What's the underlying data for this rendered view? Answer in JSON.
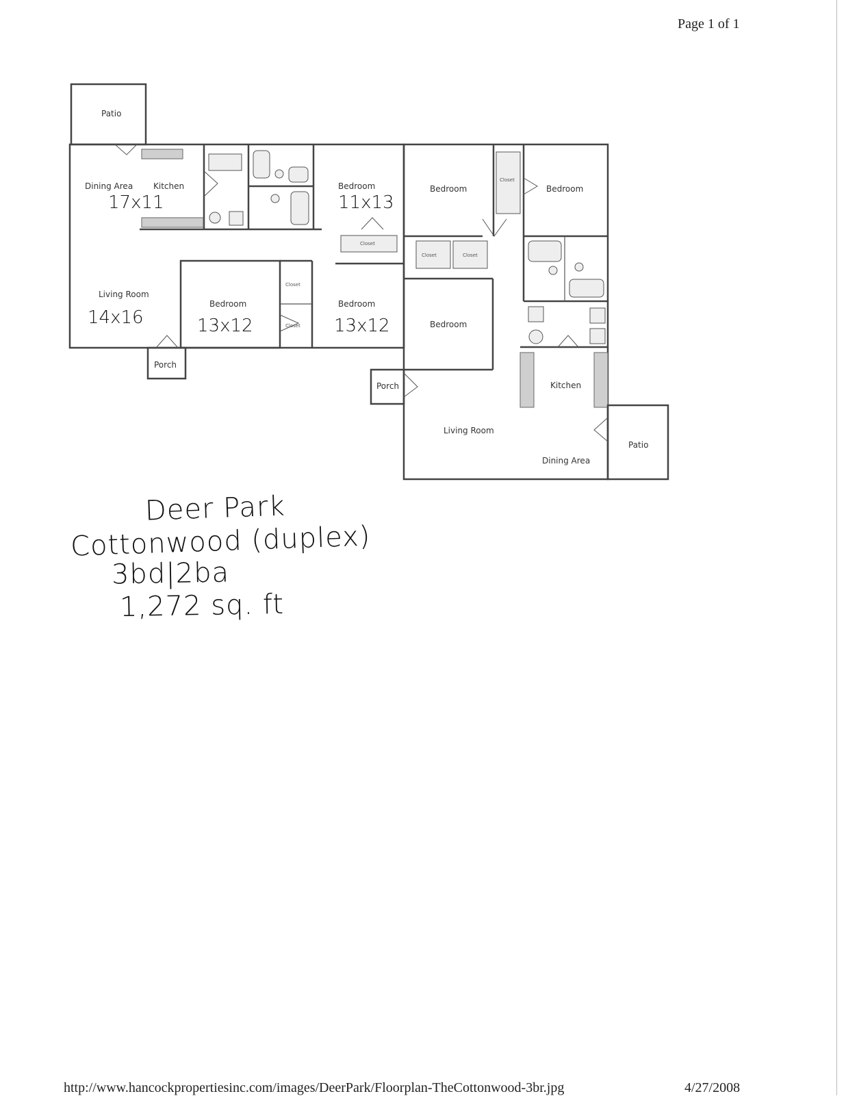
{
  "header": {
    "page": "Page 1 of 1"
  },
  "footer": {
    "url": "http://www.hancockpropertiesinc.com/images/DeerPark/Floorplan-TheCottonwood-3br.jpg",
    "date": "4/27/2008"
  },
  "plan": {
    "left_unit": {
      "patio": "Patio",
      "dining_area": "Dining Area",
      "kitchen": "Kitchen",
      "dining_dim": "17x11",
      "bedroom_top": "Bedroom",
      "bedroom_top_dim": "11x13",
      "living_room": "Living Room",
      "living_dim": "14x16",
      "bedroom_mid": "Bedroom",
      "bedroom_mid_dim": "13x12",
      "bedroom_right": "Bedroom",
      "bedroom_right_dim": "13x12",
      "porch": "Porch",
      "closet_1": "Closet",
      "closet_2": "Closet",
      "closet_3": "Closet"
    },
    "right_unit": {
      "bedroom_a": "Bedroom",
      "bedroom_b": "Bedroom",
      "bedroom_c": "Bedroom",
      "kitchen": "Kitchen",
      "living_room": "Living Room",
      "dining_area": "Dining Area",
      "patio": "Patio",
      "porch": "Porch",
      "closet_1": "Closet",
      "closet_2": "Closet",
      "closet_3": "Closet"
    }
  },
  "handwriting": {
    "line1": "Deer Park",
    "line2": "Cottonwood (duplex)",
    "line3": "3bd|2ba",
    "line4": "1,272 sq. ft"
  }
}
